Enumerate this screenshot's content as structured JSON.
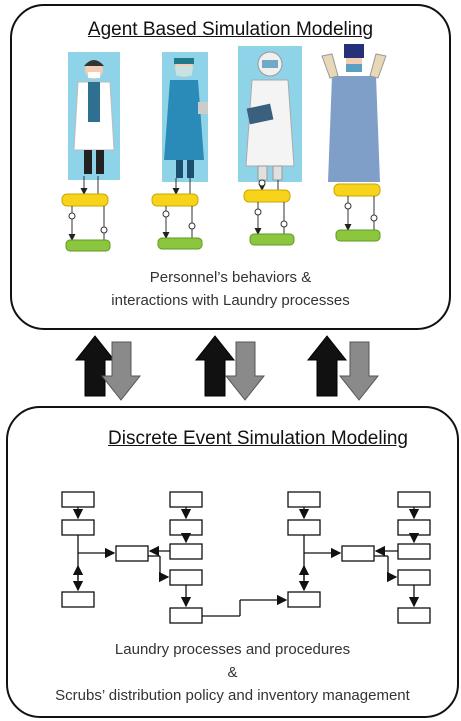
{
  "abs": {
    "title": "Agent Based Simulation Modeling",
    "caption_line1": "Personnel’s behaviors &",
    "caption_line2": "interactions with Laundry processes",
    "figures": [
      {
        "name": "doctor-white-coat-figure",
        "bg": "#8fd3e8"
      },
      {
        "name": "nurse-blue-gown-figure",
        "bg": "#8fd3e8"
      },
      {
        "name": "worker-protective-suit-figure",
        "bg": "#8fd3e8"
      },
      {
        "name": "surgeon-gown-figure",
        "bg": "#ffffff"
      }
    ],
    "colors": {
      "state_yellow": "#f7d31c",
      "state_green": "#8cc63f"
    }
  },
  "arrows": {
    "up_color": "#111111",
    "down_color": "#8a8a8a"
  },
  "des": {
    "title": "Discrete Event Simulation Modeling",
    "caption_line1": "Laundry processes and procedures",
    "caption_line2": "&",
    "caption_line3": "Scrubs’ distribution policy and inventory management"
  }
}
